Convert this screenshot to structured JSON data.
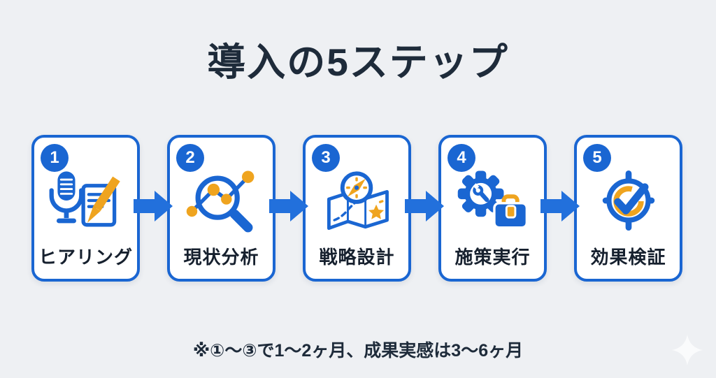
{
  "title": "導入の5ステップ",
  "steps": [
    {
      "number": "1",
      "label": "ヒアリング",
      "icon": "mic-and-note-icon"
    },
    {
      "number": "2",
      "label": "現状分析",
      "icon": "magnifier-chart-icon"
    },
    {
      "number": "3",
      "label": "戦略設計",
      "icon": "map-compass-icon"
    },
    {
      "number": "4",
      "label": "施策実行",
      "icon": "gear-toolbox-icon"
    },
    {
      "number": "5",
      "label": "効果検証",
      "icon": "target-check-icon"
    }
  ],
  "footnote": "※①〜③で1〜2ヶ月、成果実感は3〜6ヶ月",
  "colors": {
    "background": "#eef0f3",
    "card_background": "#ffffff",
    "primary_blue": "#1a66d2",
    "arrow_blue": "#2270dc",
    "accent_orange": "#efa41f",
    "title_text": "#1e2b3a",
    "label_text": "#16202e",
    "sparkle_white": "#ffffff"
  }
}
